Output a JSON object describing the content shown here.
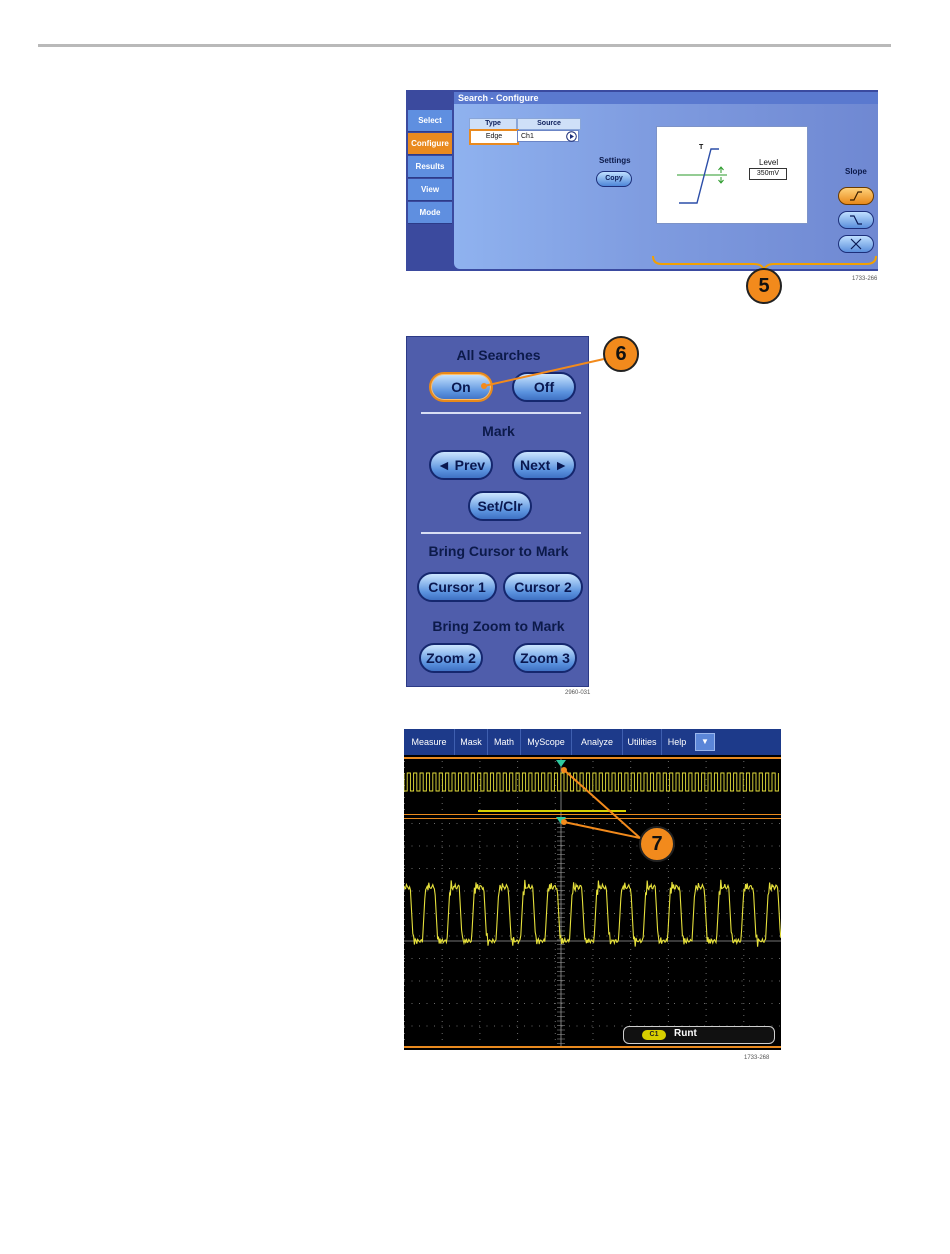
{
  "search_configure": {
    "title": "Search - Configure",
    "side_tabs": [
      "Select",
      "Configure",
      "Results",
      "View",
      "Mode"
    ],
    "active_tab": "Configure",
    "table": {
      "headers": [
        "Type",
        "Source"
      ],
      "row_index": "1",
      "type_value": "Edge",
      "source_value": "Ch1"
    },
    "settings_label": "Settings",
    "copy_button": "Copy",
    "diagram_t_label": "T",
    "level_label": "Level",
    "level_value": "350mV",
    "slope_label": "Slope",
    "callout": "5",
    "figure_id": "1733-266"
  },
  "mark_panel": {
    "all_searches": "All Searches",
    "on_button": "On",
    "off_button": "Off",
    "mark_heading": "Mark",
    "prev_button": "◄ Prev",
    "next_button": "Next ►",
    "setclr_button": "Set/Clr",
    "bring_cursor": "Bring Cursor to Mark",
    "cursor1": "Cursor 1",
    "cursor2": "Cursor 2",
    "bring_zoom": "Bring Zoom to Mark",
    "zoom2": "Zoom 2",
    "zoom3": "Zoom 3",
    "callout": "6",
    "figure_id": "2960-031"
  },
  "scope": {
    "menu": [
      "Measure",
      "Mask",
      "Math",
      "MyScope",
      "Analyze",
      "Utilities",
      "Help"
    ],
    "channel_badge": "C1",
    "status_text": "Runt",
    "callout": "7",
    "figure_id": "1733-268"
  },
  "colors": {
    "accent_orange": "#e98a1f",
    "trace_yellow": "#e6e13c",
    "panel_blue": "#3a4aa0"
  }
}
